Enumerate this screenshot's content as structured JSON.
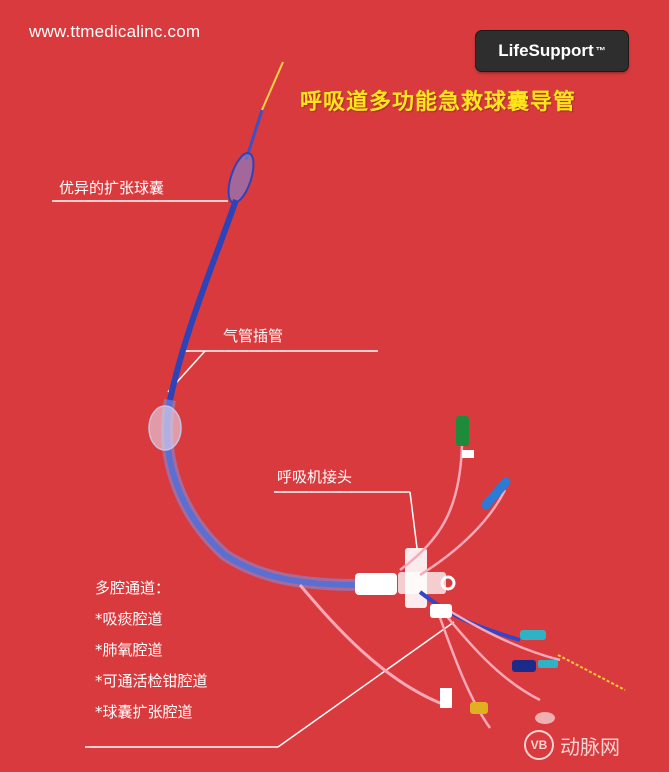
{
  "website": "www.ttmedicalinc.com",
  "brand": {
    "name": "LifeSupport",
    "tm": "™"
  },
  "headline": "呼吸道多功能急救球囊导管",
  "callouts": {
    "balloon": "优异的扩张球囊",
    "tube": "气管插管",
    "connector": "呼吸机接头"
  },
  "lumens": {
    "title": "多腔通道：",
    "items": [
      "*吸痰腔道",
      "*肺氧腔道",
      "*可通活检钳腔道",
      "*球囊扩张腔道"
    ]
  },
  "watermark": {
    "logo": "VB",
    "text": "动脉网"
  },
  "colors": {
    "background": "#d93a3d",
    "headline": "#ffe61a",
    "tube": "#2f43b8"
  }
}
